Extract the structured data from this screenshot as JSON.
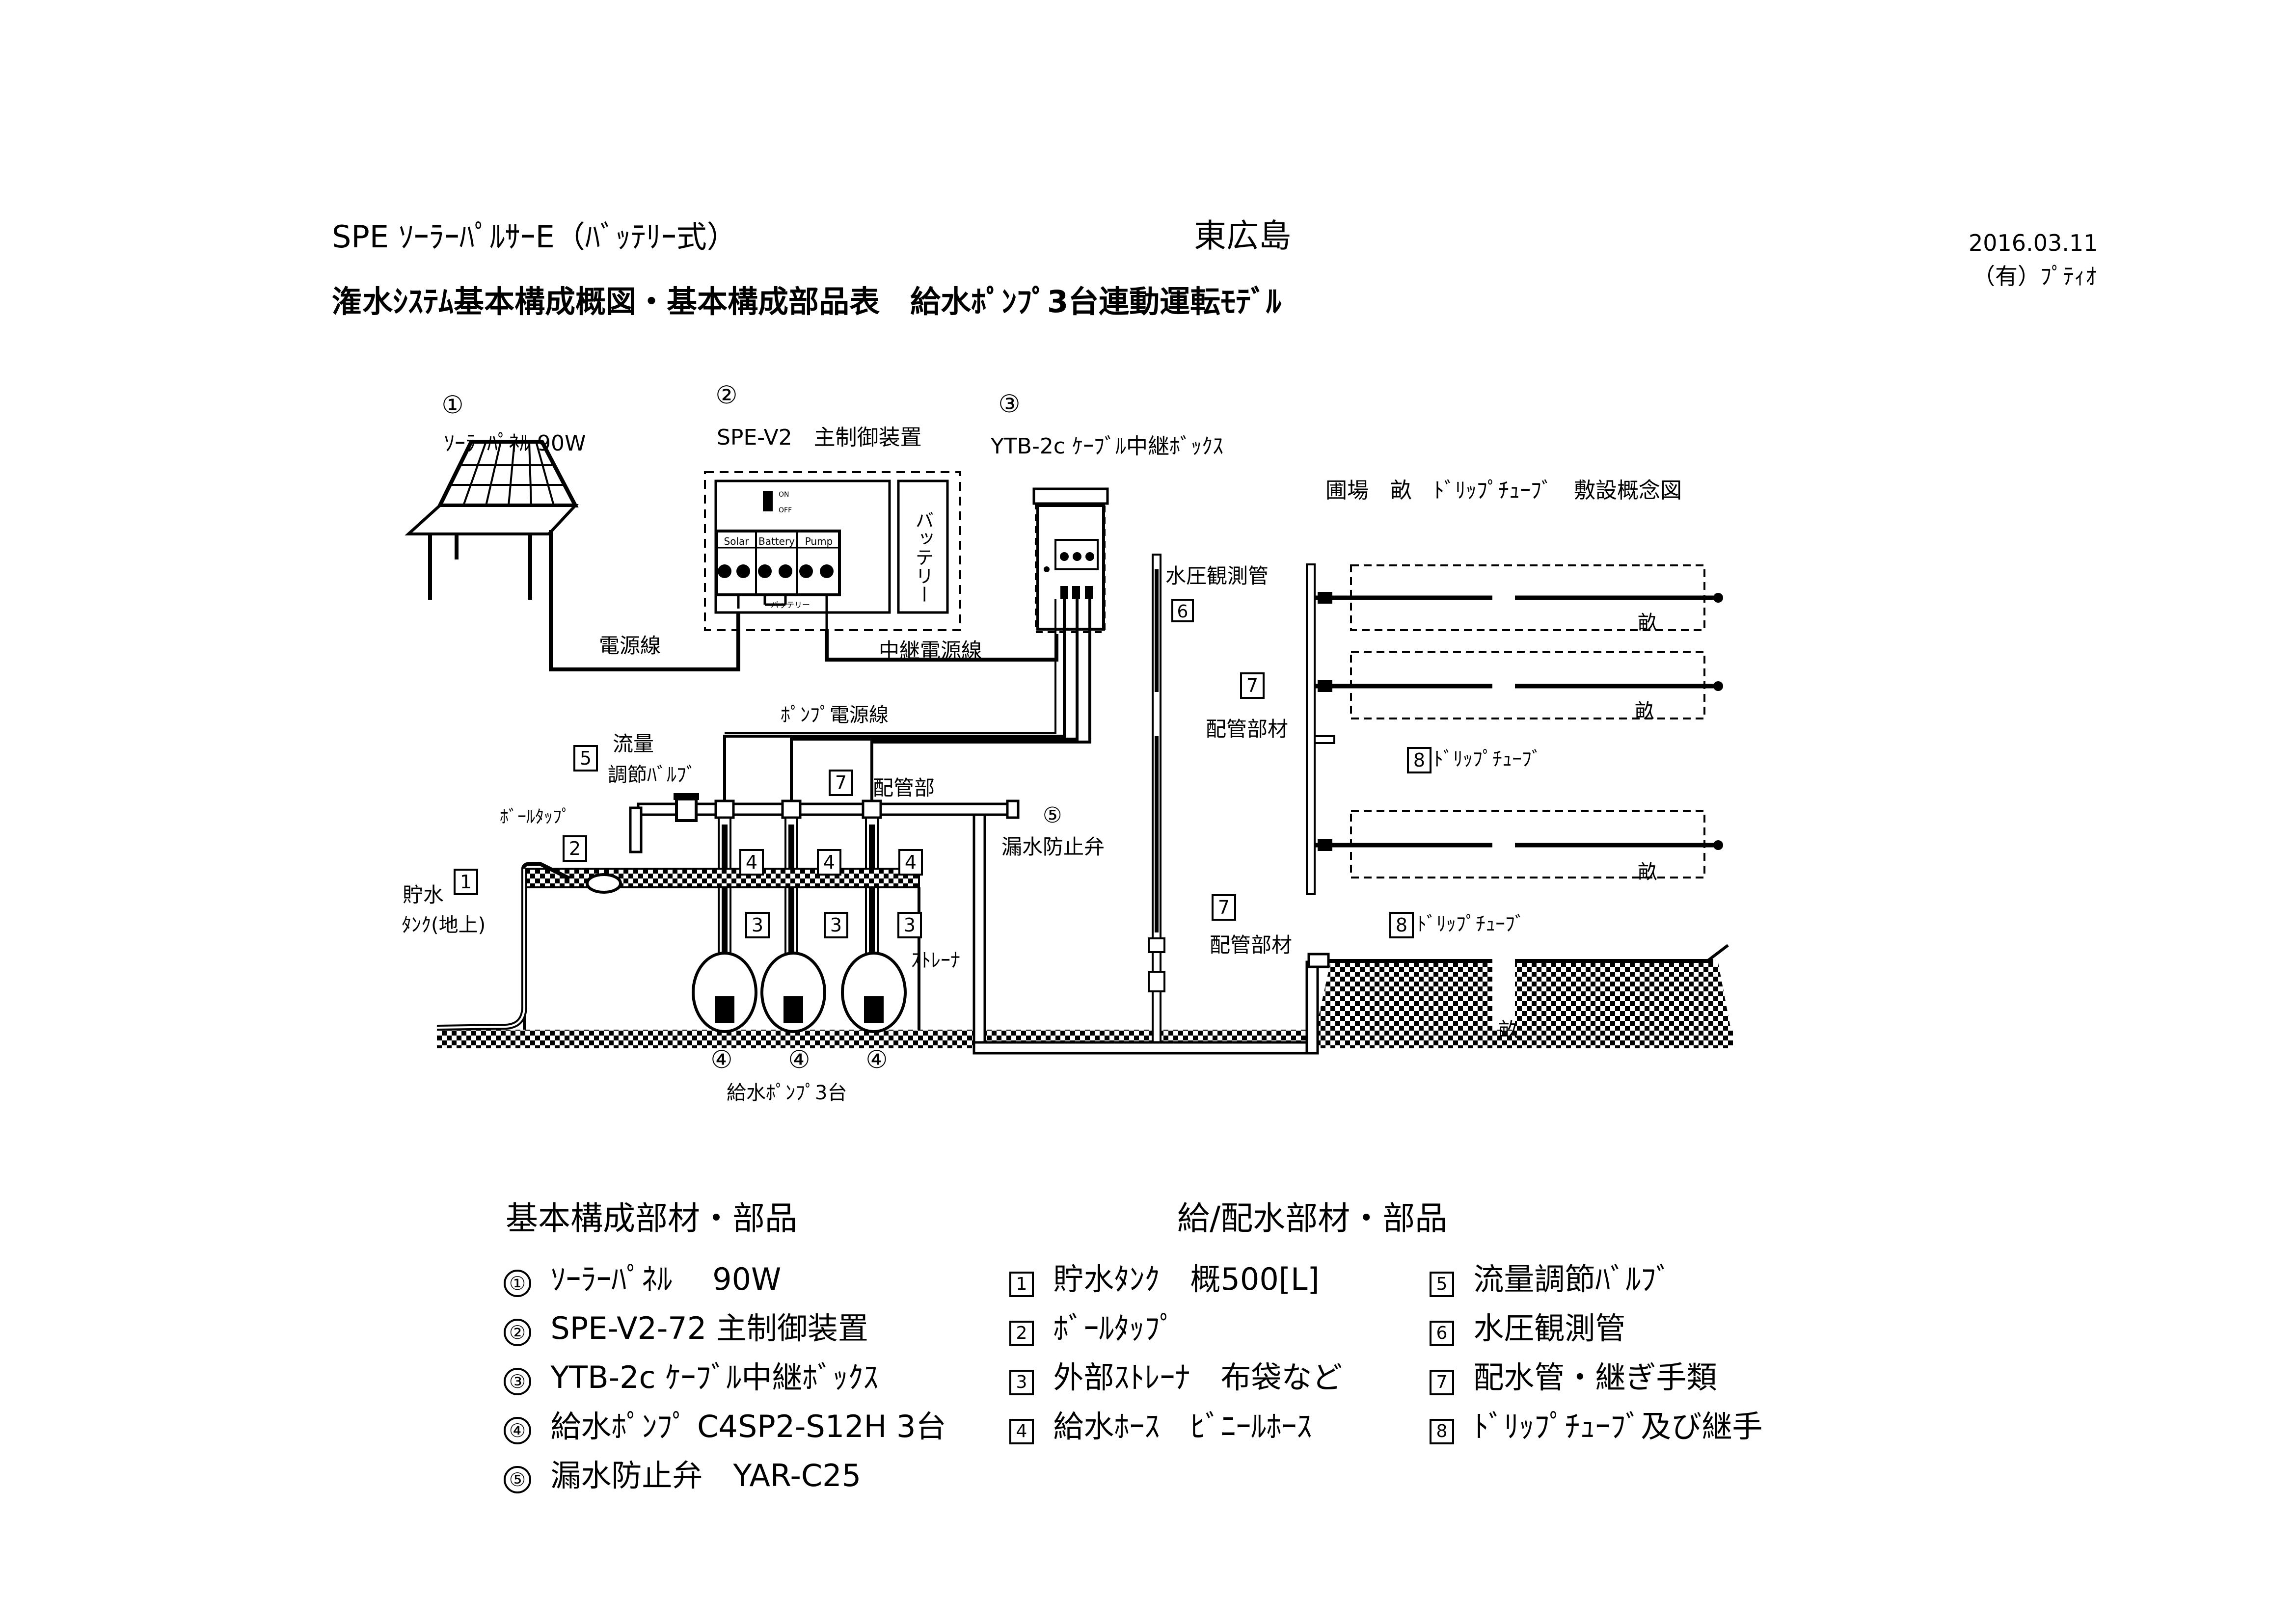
{
  "header": {
    "title_line1": "SPE ｿｰﾗｰﾊﾟﾙｻｰE（ﾊﾞｯﾃﾘｰ式）",
    "location": "東広島",
    "title_line2": "潅水ｼｽﾃﾑ基本構成概図・基本構成部品表　給水ﾎﾟﾝﾌﾟ3台連動運転ﾓﾃﾞﾙ",
    "date": "2016.03.11",
    "company": "（有）ﾌﾟﾃｨｵ"
  },
  "diagram": {
    "labels": {
      "solar_num": "①",
      "solar": "ｿｰﾗｰﾊﾟﾈﾙ 90W",
      "controller_num": "②",
      "controller": "SPE-V2　主制御装置",
      "relay_num": "③",
      "relay": "YTB-2c ｹｰﾌﾞﾙ中継ﾎﾞｯｸｽ",
      "field": "圃場　畝　ﾄﾞﾘｯﾌﾟﾁｭｰﾌﾞ　敷設概念図",
      "battery": "バッテリー",
      "sw_on": "ON",
      "sw_off": "OFF",
      "term_solar": "Solar",
      "term_battery": "Battery",
      "term_pump": "Pump",
      "term_sub": "バッテリー",
      "power_line": "電源線",
      "relay_power_line": "中継電源線",
      "pump_power_line": "ﾎﾟﾝﾌﾟ電源線",
      "pressure_num": "6",
      "pressure": "水圧観測管",
      "piping_num": "7",
      "piping": "配管部材",
      "piping_main": "配管部",
      "drip_num": "8",
      "drip": "ﾄﾞﾘｯﾌﾟﾁｭｰﾌﾞ",
      "valve_num": "5",
      "valve_l1": "流量",
      "valve_l2": "調節ﾊﾞﾙﾌﾞ",
      "balltap_num": "2",
      "balltap": "ﾎﾞｰﾙﾀｯﾌﾟ",
      "tank_num": "1",
      "tank_l1": "貯水",
      "tank_l2": "ﾀﾝｸ(地上)",
      "check_num": "⑤",
      "check": "漏水防止弁",
      "hose_num": "4",
      "strainer_num": "3",
      "strainer": "ｽﾄﾚｰﾅ",
      "pump_num": "④",
      "pumps": "給水ﾎﾟﾝﾌﾟ3台",
      "ridge": "畝"
    }
  },
  "parts": {
    "left_title": "基本構成部材・部品",
    "left_items": [
      {
        "num": "①",
        "text": "ｿｰﾗｰﾊﾟﾈﾙ　 90W"
      },
      {
        "num": "②",
        "text": "SPE-V2-72 主制御装置"
      },
      {
        "num": "③",
        "text": "YTB-2c ｹｰﾌﾞﾙ中継ﾎﾞｯｸｽ"
      },
      {
        "num": "④",
        "text": "給水ﾎﾟﾝﾌﾟ C4SP2-S12H 3台"
      },
      {
        "num": "⑤",
        "text": "漏水防止弁　YAR-C25"
      }
    ],
    "right_title": "給/配水部材・部品",
    "mid_items": [
      {
        "num": "1",
        "text": "貯水ﾀﾝｸ　概500[L]"
      },
      {
        "num": "2",
        "text": "ﾎﾞｰﾙﾀｯﾌﾟ"
      },
      {
        "num": "3",
        "text": "外部ｽﾄﾚｰﾅ　布袋など"
      },
      {
        "num": "4",
        "text": "給水ﾎｰｽ　ﾋﾞﾆｰﾙﾎｰｽ"
      }
    ],
    "right_items": [
      {
        "num": "5",
        "text": "流量調節ﾊﾞﾙﾌﾞ"
      },
      {
        "num": "6",
        "text": "水圧観測管"
      },
      {
        "num": "7",
        "text": "配水管・継ぎ手類"
      },
      {
        "num": "8",
        "text": "ﾄﾞﾘｯﾌﾟﾁｭｰﾌﾞ及び継手"
      }
    ]
  }
}
